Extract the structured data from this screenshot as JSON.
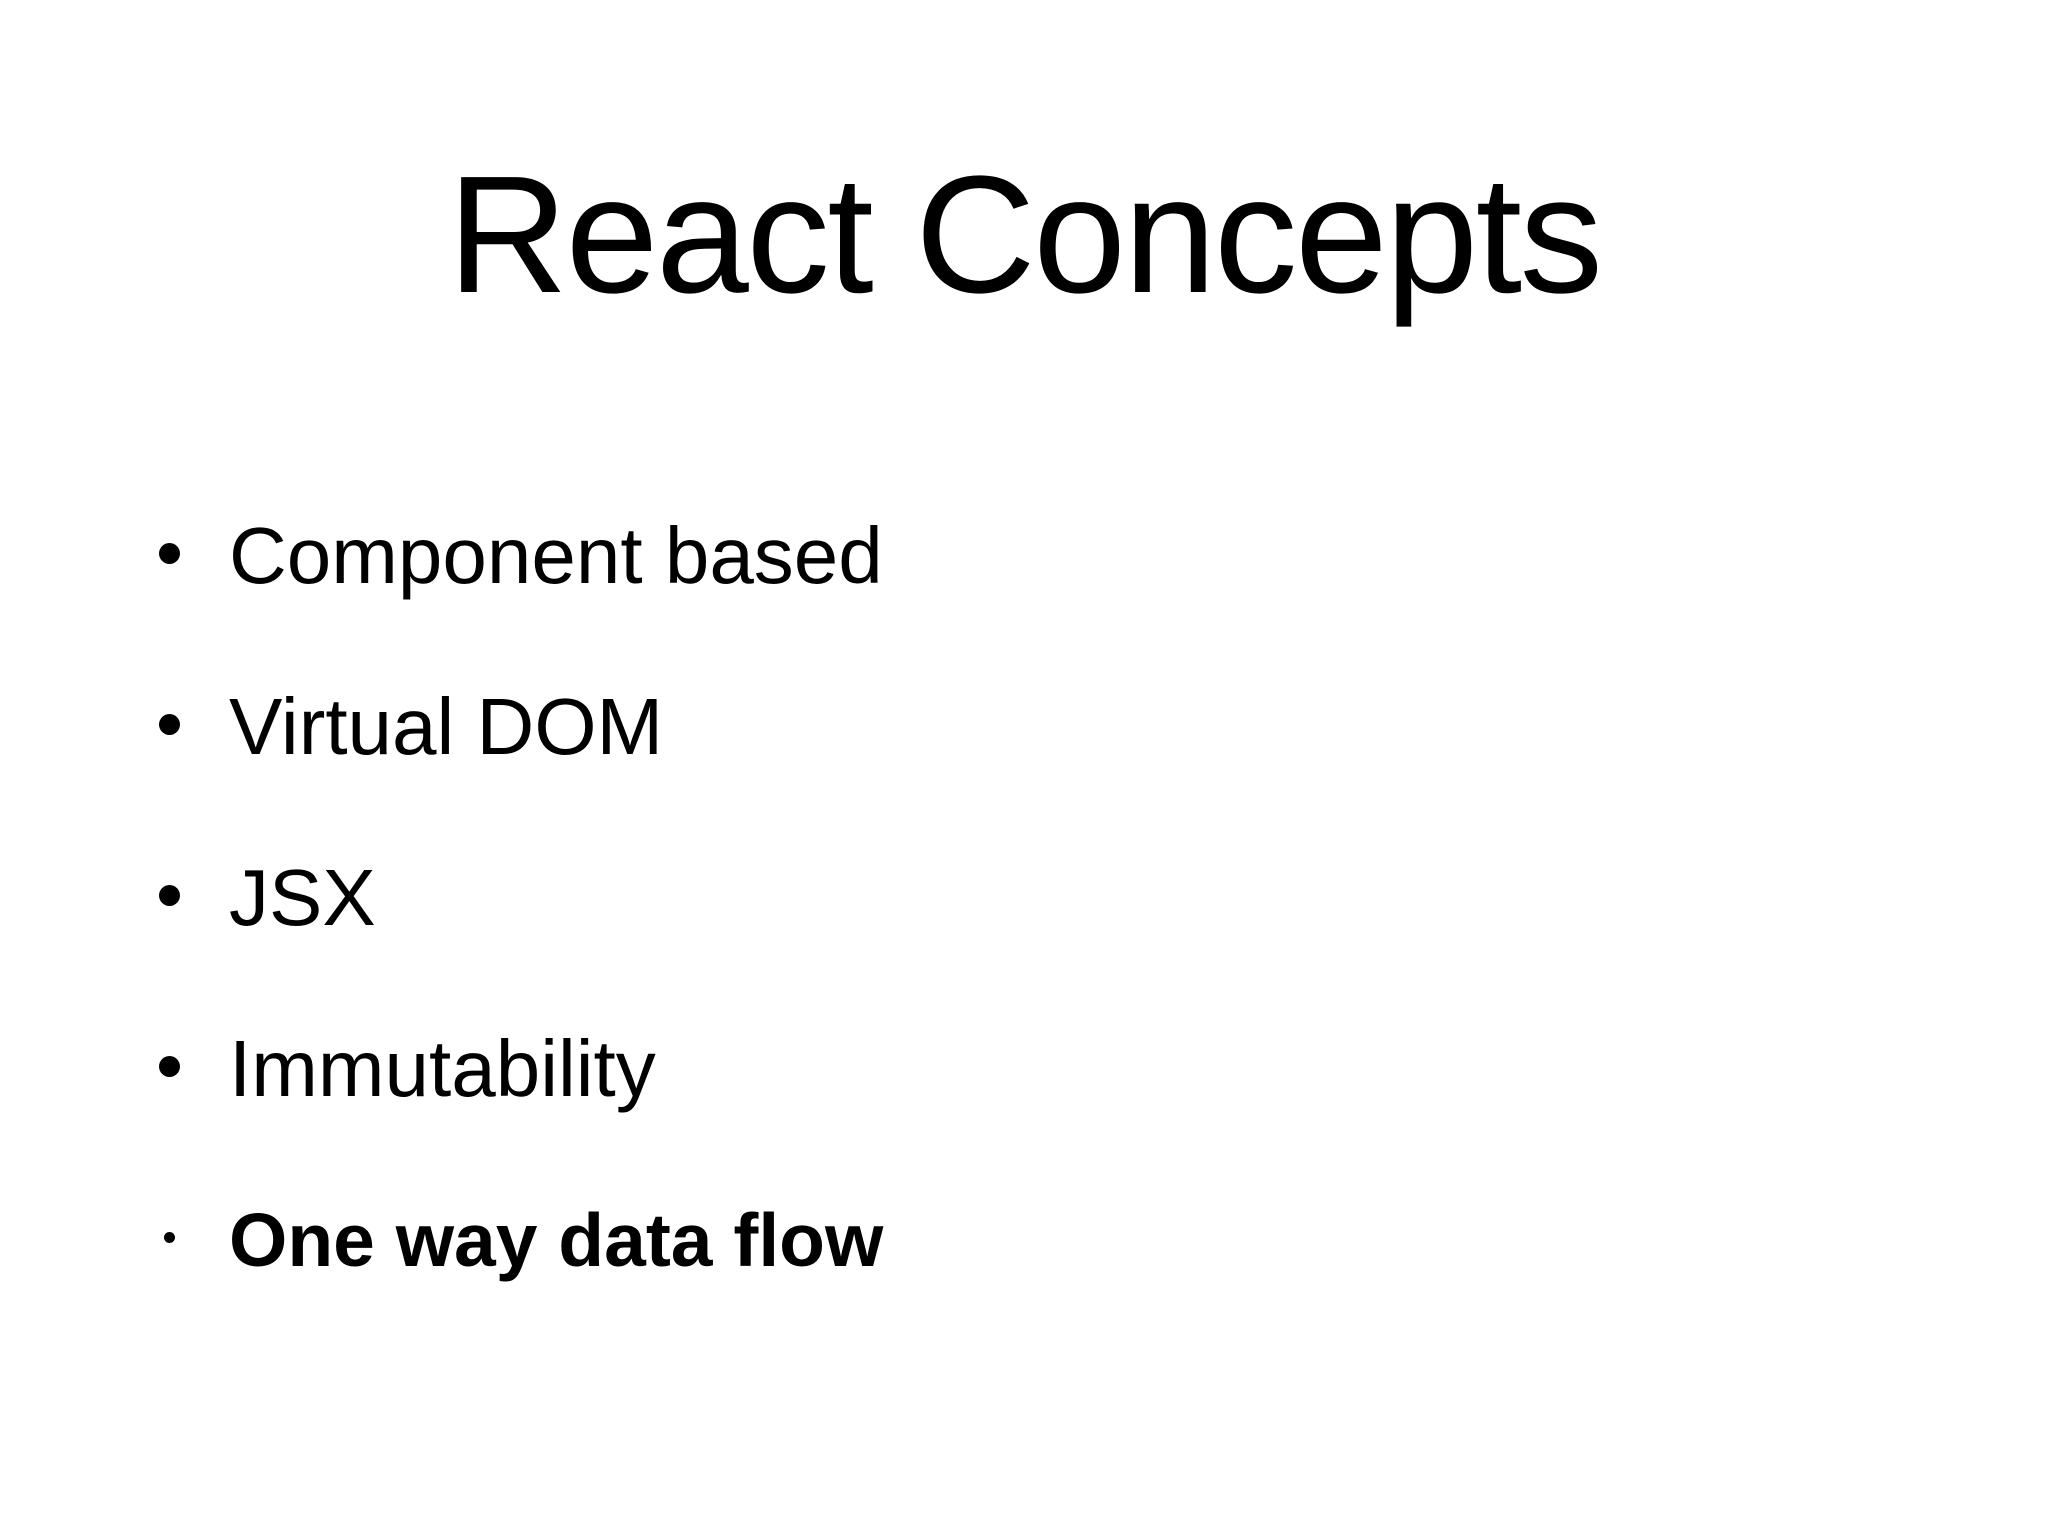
{
  "slide": {
    "title": "React Concepts",
    "bullets": [
      {
        "text": "Component based",
        "emphasis": "normal"
      },
      {
        "text": "Virtual DOM",
        "emphasis": "normal"
      },
      {
        "text": "JSX",
        "emphasis": "normal"
      },
      {
        "text": "Immutability",
        "emphasis": "normal"
      },
      {
        "text": "One way data flow",
        "emphasis": "bold"
      }
    ],
    "colors": {
      "background": "#ffffff",
      "text": "#000000"
    }
  }
}
